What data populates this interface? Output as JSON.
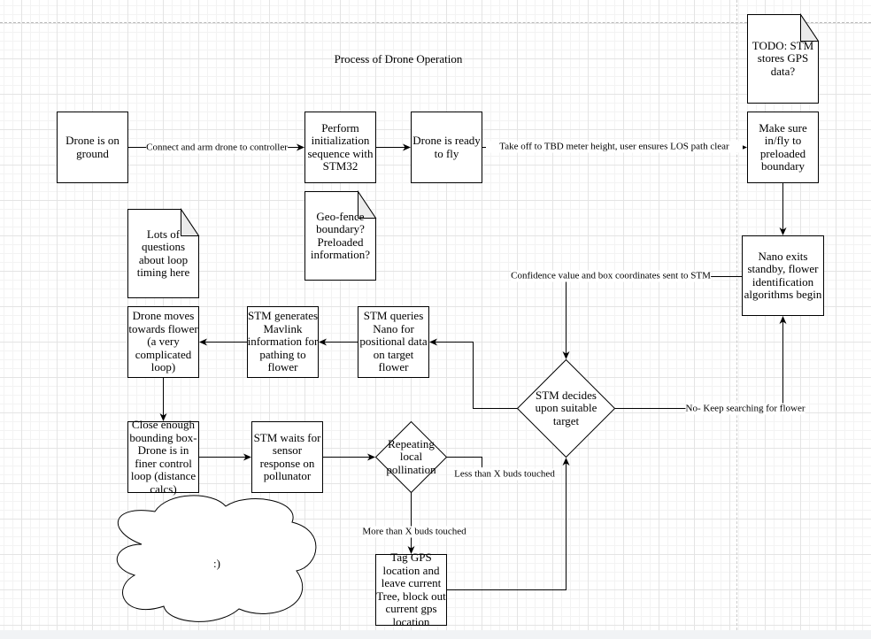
{
  "title": "Process of Drone Operation",
  "nodes": {
    "on_ground": "Drone is on ground",
    "init": "Perform initialization sequence with STM32",
    "ready": "Drone is ready to fly",
    "todo_note": "TODO: STM stores GPS data?",
    "boundary": "Make sure in/fly to preloaded boundary",
    "nano_exits": "Nano exits standby, flower identification algorithms begin",
    "geofence_note": "Geo-fence boundary? Preloaded information?",
    "loop_note": "Lots of questions about loop timing here",
    "decide": "STM decides upon suitable target",
    "query": "STM queries Nano for positional data on target flower",
    "mavlink": "STM generates Mavlink information for pathing to flower",
    "moves": "Drone moves towards flower (a very complicated loop)",
    "close": "Close enough bounding box- Drone is in finer control loop (distance calcs)",
    "waits": "STM waits for sensor response on pollunator",
    "repeat": "Repeating local pollination",
    "tag": "Tag GPS location and leave current Tree, block out current gps location",
    "cloud": ":)"
  },
  "edges": {
    "connect": "Connect and arm drone to controller",
    "takeoff": "Take off to TBD meter height, user ensures LOS path clear",
    "confidence": "Confidence value and box coordinates sent to STM",
    "keep_searching": "No- Keep searching for flower",
    "less_than": "Less than X buds touched",
    "more_than": "More than X buds touched"
  }
}
